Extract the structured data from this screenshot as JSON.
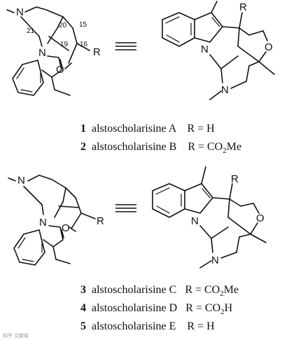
{
  "atoms": {
    "N": "N",
    "O": "O",
    "R": "R",
    "n21": "21",
    "n20": "20",
    "n19": "19",
    "n16": "16",
    "n15": "15"
  },
  "compounds": [
    {
      "num": "1",
      "name": "alstoscholarisine A",
      "r": "R = H"
    },
    {
      "num": "2",
      "name": "alstoscholarisine B",
      "r": "R = CO",
      "sub": "2",
      "tail": "Me"
    },
    {
      "num": "3",
      "name": "alstoscholarisine C",
      "r": "R = CO",
      "sub": "2",
      "tail": "Me"
    },
    {
      "num": "4",
      "name": "alstoscholarisine D",
      "r": "R = CO",
      "sub": "2",
      "tail": "H"
    },
    {
      "num": "5",
      "name": "alstoscholarisine E",
      "r": "R = H"
    }
  ],
  "colors": {
    "ink": "#111111",
    "background": "#ffffff"
  },
  "watermark": "知乎 文献级"
}
